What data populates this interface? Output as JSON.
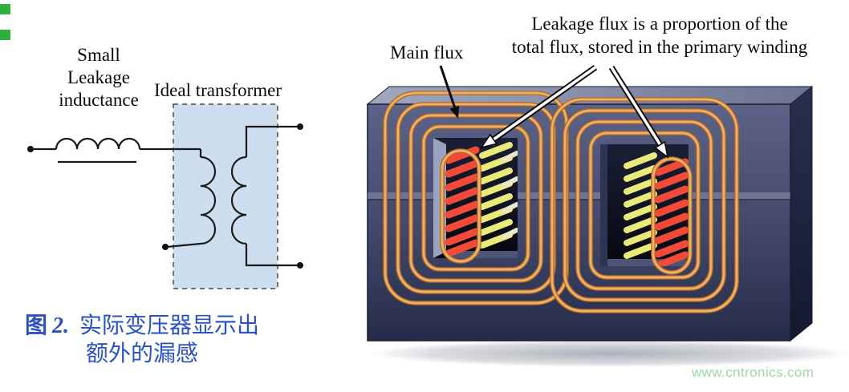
{
  "figure": {
    "schematic": {
      "inductor_label": "Small Leakage inductance",
      "transformer_label": "Ideal transformer"
    },
    "annotations": {
      "main_flux": "Main flux",
      "leakage_line1": "Leakage flux is a proportion of the",
      "leakage_line2": "total flux, stored in the primary winding"
    },
    "caption": {
      "fig_label": "图",
      "fig_num": "2.",
      "text_line1": "实际变压器显示出",
      "text_line2": "额外的漏感"
    },
    "watermark": "www.cntronics.com",
    "colors": {
      "flux_line": "#f2ae62",
      "flux_line_outline": "#a96a28",
      "core_front": "#434a6c",
      "winding_primary_red": "#c2191f",
      "winding_secondary_yellow": "#b2b228",
      "schematic_box_fill": "#cddeef",
      "caption_blue": "#2a52c0",
      "watermark_green": "#9ed8a2",
      "marker_green": "#2eb13c"
    }
  }
}
